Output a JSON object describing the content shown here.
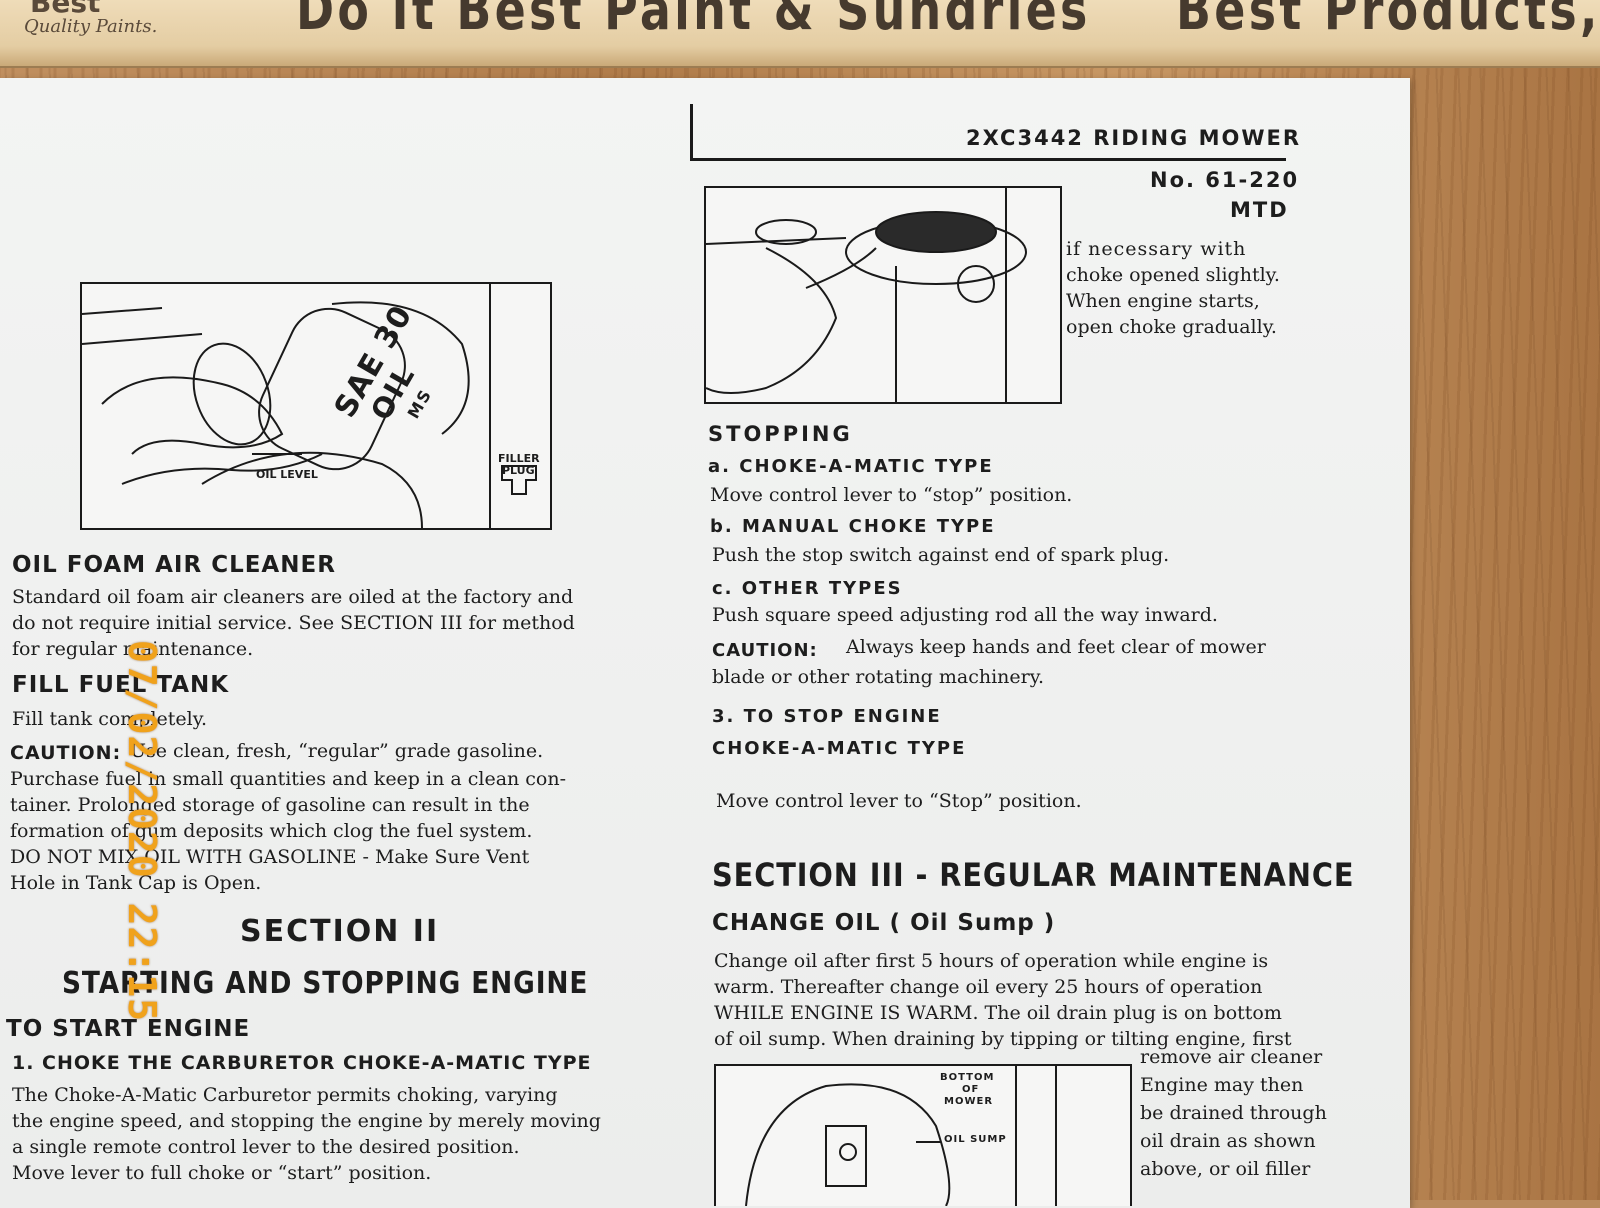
{
  "stick": {
    "brand_top": "Best",
    "brand_sub": "Quality Paints.",
    "text_left": "Do It Best Paint & Sundries",
    "text_right": "Best Products, C"
  },
  "header": {
    "model": "2XC3442 RIDING MOWER",
    "number": "No. 61-220",
    "maker": "MTD"
  },
  "left": {
    "figure_labels": {
      "can_line1": "SAE 30",
      "can_line2": "OIL",
      "can_line3": "MS",
      "oil_level": "OIL LEVEL",
      "filler1": "FILLER",
      "filler2": "PLUG"
    },
    "oil_foam": {
      "heading": "OIL FOAM AIR CLEANER",
      "lines": [
        "Standard oil foam air cleaners are oiled at the factory and",
        "do not require initial service. See SECTION III for method",
        "for regular maintenance."
      ]
    },
    "fuel": {
      "heading": "FILL FUEL TANK",
      "line1": "Fill tank completely.",
      "caution_label": "CAUTION:",
      "caution_first": "Use clean, fresh, “regular” grade gasoline.",
      "lines": [
        "Purchase fuel in small quantities and keep in a clean con-",
        "tainer. Prolonged storage of gasoline can result in the",
        "formation of gum deposits which clog the fuel system.",
        "DO NOT MIX OIL WITH GASOLINE - Make Sure Vent",
        "Hole in Tank Cap is Open."
      ]
    },
    "section2": {
      "title": "SECTION II",
      "subtitle": "STARTING AND STOPPING ENGINE"
    },
    "to_start": {
      "heading": "TO START ENGINE",
      "step1": "1. CHOKE THE CARBURETOR CHOKE-A-MATIC TYPE",
      "lines": [
        "The Choke-A-Matic Carburetor permits choking, varying",
        "the engine speed, and stopping the engine by merely moving",
        "a single remote control lever to the desired position.",
        "Move lever to full choke or “start” position."
      ]
    }
  },
  "right": {
    "side_text": [
      "if necessary with",
      "choke opened slightly.",
      "When engine starts,",
      "open choke gradually."
    ],
    "stopping": {
      "heading": "STOPPING",
      "a_heading": "a. CHOKE-A-MATIC TYPE",
      "a_text": "Move control lever to “stop” position.",
      "b_heading": "b. MANUAL CHOKE TYPE",
      "b_text": "Push the stop switch against end of spark plug.",
      "c_heading": "c. OTHER TYPES",
      "c_text": "Push square speed adjusting rod all the way inward.",
      "caution_label": "CAUTION:",
      "caution_text": "Always keep hands and feet clear of mower",
      "caution_text2": "blade or other rotating machinery."
    },
    "stop_engine": {
      "heading": "3. TO STOP ENGINE",
      "sub": "CHOKE-A-MATIC TYPE",
      "text": "Move control lever to “Stop” position."
    },
    "section3": {
      "title": "SECTION III - REGULAR MAINTENANCE",
      "change_oil": "CHANGE OIL ( Oil Sump )",
      "lines": [
        "Change oil after first 5 hours of operation while engine is",
        "warm. Thereafter change oil every 25 hours of operation",
        "WHILE ENGINE IS WARM. The oil drain plug is on bottom",
        "of oil sump. When draining by tipping or tilting engine, first"
      ],
      "side_lines": [
        "remove air cleaner",
        "Engine may then",
        "be drained through",
        "oil drain as shown",
        "above, or oil filler"
      ],
      "fig_labels": {
        "bottom1": "BOTTOM",
        "bottom2": "OF",
        "bottom3": "MOWER",
        "sump": "OIL SUMP"
      }
    }
  },
  "timestamp": "07/02/2020 22:15"
}
